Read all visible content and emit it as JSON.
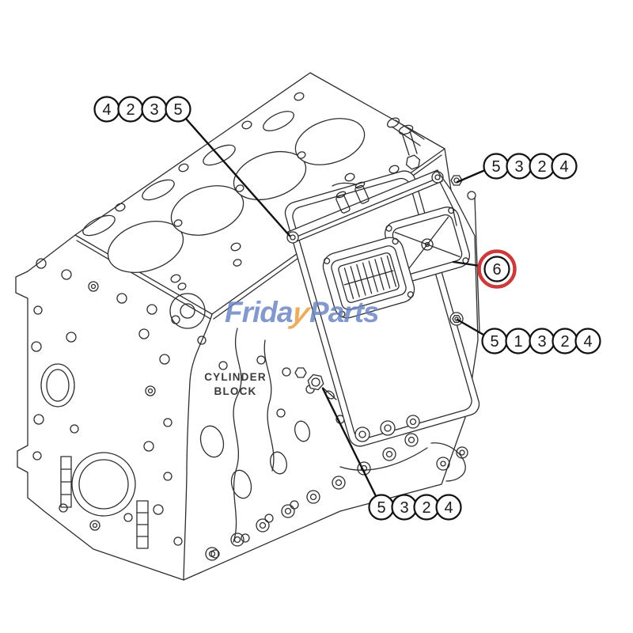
{
  "watermark": {
    "prefix": "Frida",
    "accent_letter": "y",
    "suffix": "Parts",
    "text_color": "#6882c3",
    "accent_color": "#e9aa55"
  },
  "part_label": {
    "line1": "CYLINDER",
    "line2": "BLOCK"
  },
  "callouts": {
    "top_left": {
      "items": [
        "4",
        "2",
        "3",
        "5"
      ]
    },
    "top_right": {
      "items": [
        "5",
        "3",
        "2",
        "4"
      ]
    },
    "mid_right": {
      "items": [
        "5",
        "1",
        "3",
        "2",
        "4"
      ]
    },
    "bottom": {
      "items": [
        "5",
        "3",
        "2",
        "4"
      ]
    },
    "highlighted": {
      "value": "6",
      "ring_color": "#cc3b3b"
    }
  },
  "colors": {
    "background": "#ffffff",
    "line_art": "#2d2d2d",
    "callout_line": "#111111"
  }
}
